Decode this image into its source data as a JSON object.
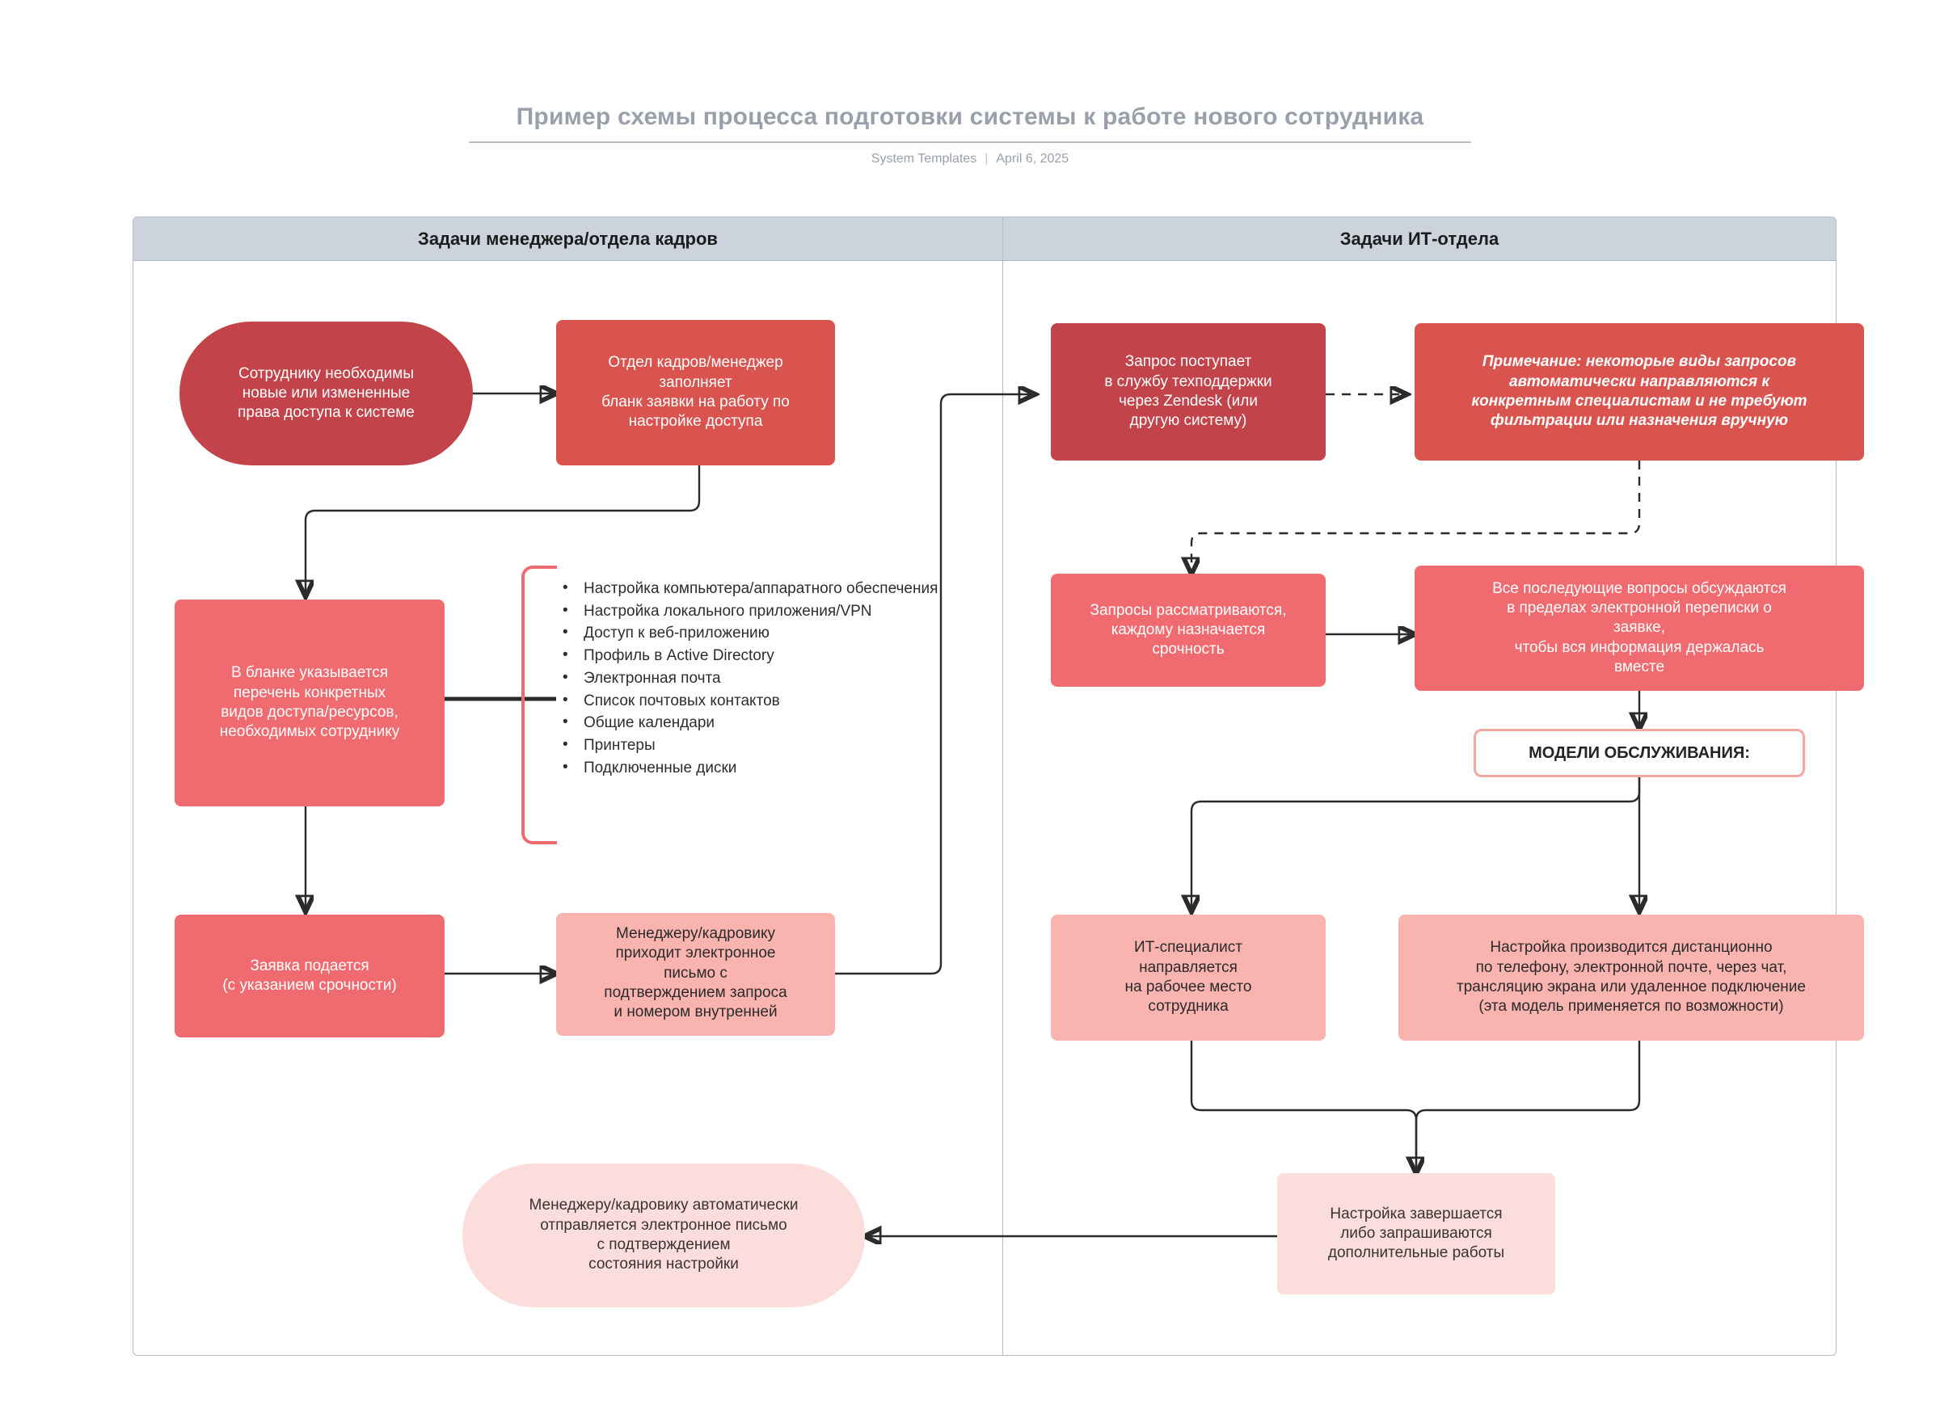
{
  "header": {
    "title": "Пример схемы процесса подготовки системы к работе нового сотрудника",
    "source": "System Templates",
    "date": "April 6, 2025",
    "separator": "|"
  },
  "lanes": [
    {
      "id": "hr",
      "label": "Задачи менеджера/отдела кадров"
    },
    {
      "id": "it",
      "label": "Задачи ИТ-отдела"
    }
  ],
  "colors": {
    "dark_red": "#c2434a",
    "mid_red": "#d9534f",
    "salmon": "#ef6b70",
    "pink": "#f9b4b0",
    "pale_pink": "#fbdedc",
    "lane_header": "#ccd3dc",
    "lane_border": "#b6bcc6",
    "connector": "#2b2b2b",
    "title_gray": "#9aa0ab"
  },
  "nodes": {
    "start": "Сотруднику необходимы\nновые или измененные\nправа доступа к системе",
    "hr_form": "Отдел кадров/менеджер\nзаполняет\nбланк заявки на работу по\nнастройке доступа",
    "form_list": "В бланке указывается\nперечень конкретных\nвидов доступа/ресурсов,\nнеобходимых сотруднику",
    "request_submit": "Заявка подается\n(с указанием срочности)",
    "manager_email": "Менеджеру/кадровику\nприходит электронное\nписьмо с\nподтверждением запроса\nи номером внутренней",
    "auto_confirm": "Менеджеру/кадровику автоматически\nотправляется электронное письмо\nс подтверждением\nсостояния настройки",
    "ticket_in": "Запрос поступает\nв службу техподдержки\nчерез Zendesk (или\nдругую систему)",
    "note": "Примечание: некоторые виды запросов\nавтоматически направляются к\nконкретным специалистам и не требуют\nфильтрации или назначения вручную",
    "triage": "Запросы рассматриваются,\nкаждому назначается\nсрочность",
    "email_thread": "Все последующие вопросы обсуждаются\nв пределах электронной переписки о\nзаявке,\nчтобы вся информация держалась\nвместе",
    "service_models_badge": "МОДЕЛИ ОБСЛУЖИВАНИЯ:",
    "onsite": "ИТ-специалист\nнаправляется\nна рабочее место\nсотрудника",
    "remote": "Настройка производится дистанционно\nпо телефону, электронной почте, через чат,\nтрансляцию экрана или удаленное подключение\n(эта модель применяется по возможности)",
    "finish": "Настройка завершается\nлибо запрашиваются\nдополнительные работы"
  },
  "access_list": {
    "items": [
      "Настройка компьютера/аппаратного обеспечения",
      "Настройка локального приложения/VPN",
      "Доступ к веб-приложению",
      "Профиль в Active Directory",
      "Электронная почта",
      "Список почтовых контактов",
      "Общие календари",
      "Принтеры",
      "Подключенные диски"
    ]
  }
}
